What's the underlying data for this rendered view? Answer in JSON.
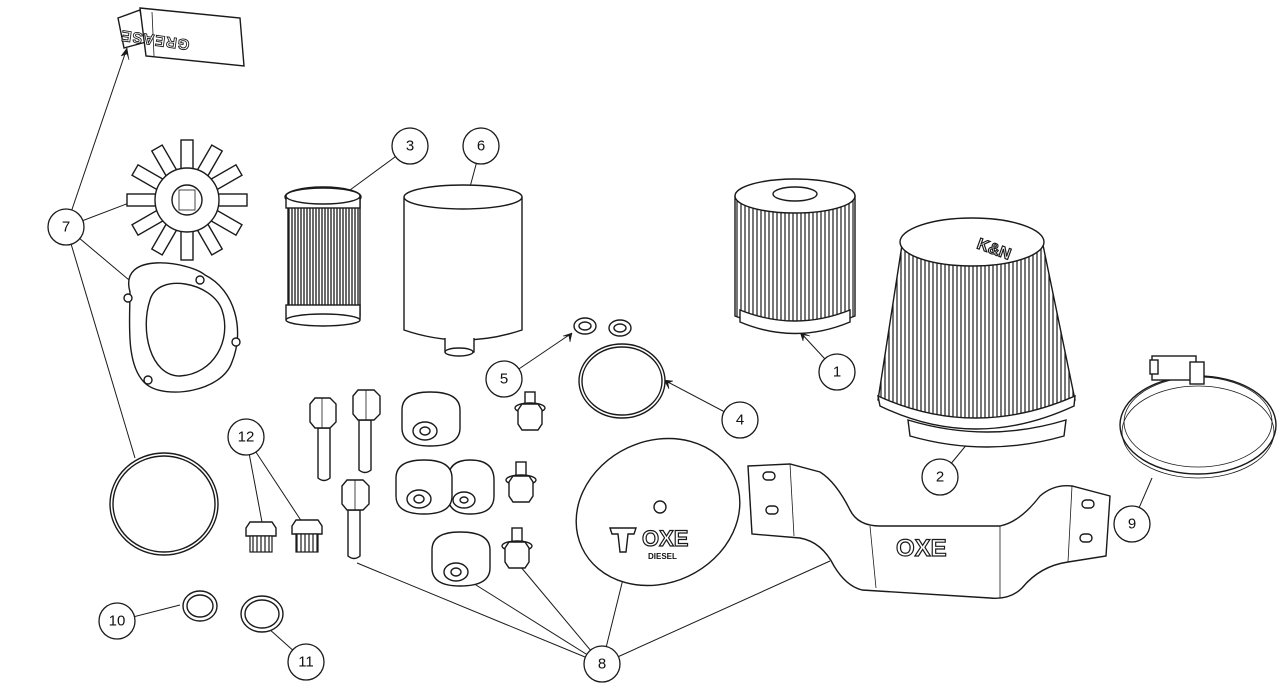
{
  "diagram": {
    "labels": {
      "grease": "GREASE",
      "brand": "OXE",
      "brand_sub": "DIESEL",
      "filter_brand": "K&N"
    },
    "callouts": [
      "1",
      "2",
      "3",
      "4",
      "5",
      "6",
      "7",
      "8",
      "9",
      "10",
      "11",
      "12"
    ]
  }
}
